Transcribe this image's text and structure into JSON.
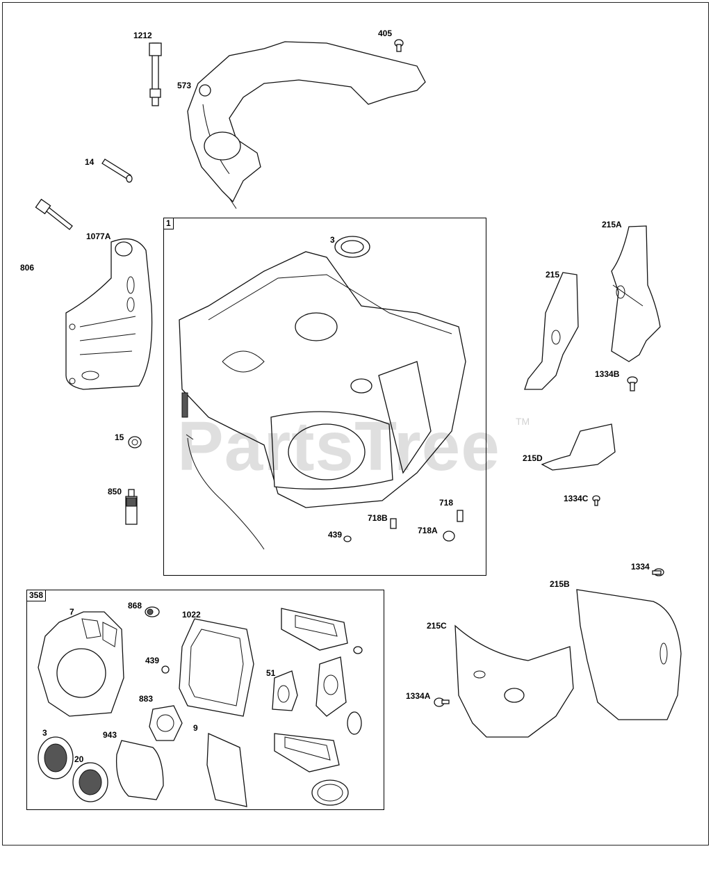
{
  "diagram": {
    "watermark": "PartsTree",
    "watermark_tm": "TM",
    "boxes": [
      {
        "id": "1",
        "label": "1"
      },
      {
        "id": "358",
        "label": "358"
      }
    ],
    "callouts": [
      "1212",
      "405",
      "573",
      "14",
      "1077A",
      "806",
      "15",
      "850",
      "3",
      "718",
      "718B",
      "718A",
      "439",
      "215A",
      "215",
      "1334B",
      "215D",
      "1334C",
      "1334",
      "215B",
      "215C",
      "1334A",
      "7",
      "868",
      "1022",
      "439",
      "51",
      "883",
      "9",
      "3",
      "943",
      "20"
    ]
  }
}
